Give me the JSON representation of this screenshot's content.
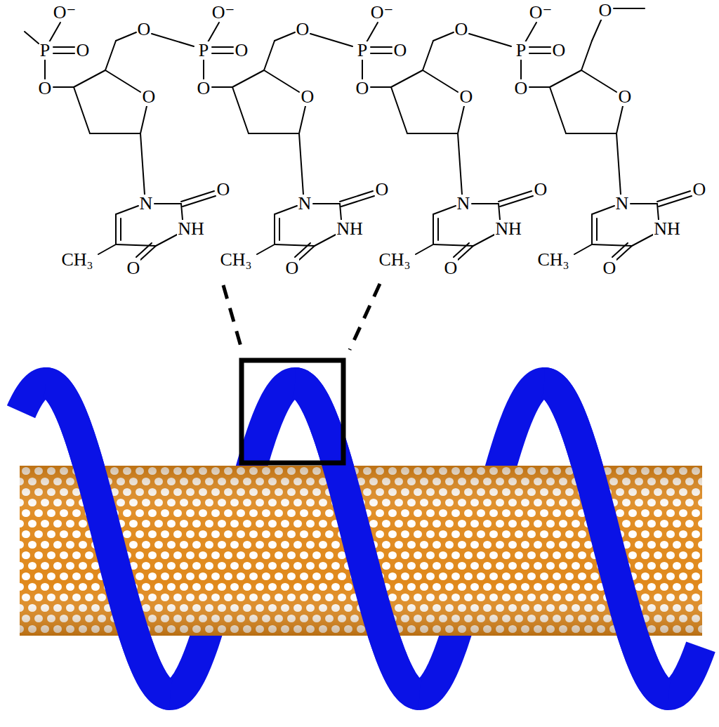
{
  "diagram": {
    "labels": [
      "O⁻",
      "P",
      "O",
      "O",
      "O",
      "O",
      "N",
      "O",
      "NH",
      "O",
      "CH₃",
      "O⁻",
      "P",
      "O",
      "O",
      "O",
      "O",
      "N",
      "O",
      "NH",
      "O",
      "CH₃",
      "O⁻",
      "P",
      "O",
      "O",
      "O",
      "O",
      "N",
      "O",
      "NH",
      "O",
      "CH₃",
      "O⁻",
      "P",
      "O",
      "O",
      "O",
      "O",
      "N",
      "O",
      "NH",
      "O",
      "CH₃"
    ]
  }
}
